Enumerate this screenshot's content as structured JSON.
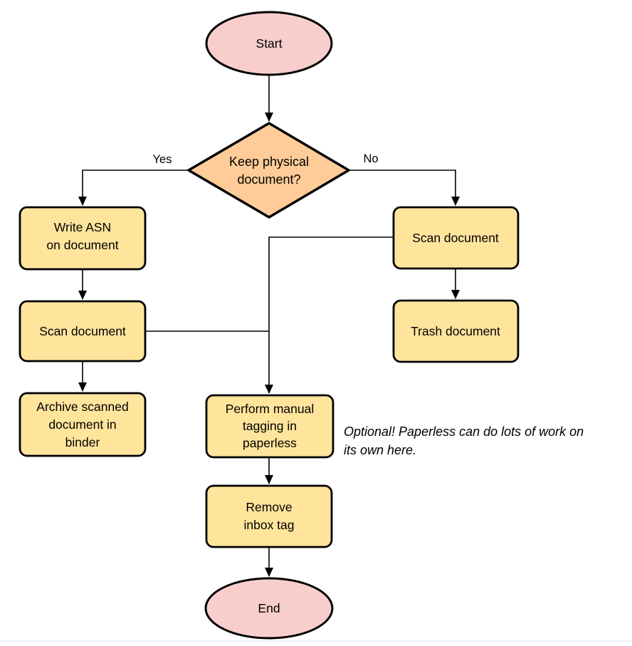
{
  "colors": {
    "terminal_fill": "#f8cecc",
    "decision_fill": "#ffcc99",
    "process_fill": "#ffe49c",
    "stroke": "#000000",
    "bottom_rule": "#e8eaed"
  },
  "nodes": {
    "start": {
      "lines": [
        "Start"
      ]
    },
    "decision": {
      "lines": [
        "Keep physical",
        "document?"
      ]
    },
    "write_asn": {
      "lines": [
        "Write ASN",
        "on document"
      ]
    },
    "scan_left": {
      "lines": [
        "Scan document"
      ]
    },
    "archive": {
      "lines": [
        "Archive scanned",
        "document in",
        "binder"
      ]
    },
    "scan_right": {
      "lines": [
        "Scan document"
      ]
    },
    "trash": {
      "lines": [
        "Trash document"
      ]
    },
    "tagging": {
      "lines": [
        "Perform manual",
        "tagging in",
        "paperless"
      ]
    },
    "remove_inbox": {
      "lines": [
        "Remove",
        "inbox tag"
      ]
    },
    "end": {
      "lines": [
        "End"
      ]
    }
  },
  "edge_labels": {
    "yes": "Yes",
    "no": "No"
  },
  "annotation": {
    "lines": [
      "Optional! Paperless can do lots of work on",
      "its own here."
    ]
  }
}
